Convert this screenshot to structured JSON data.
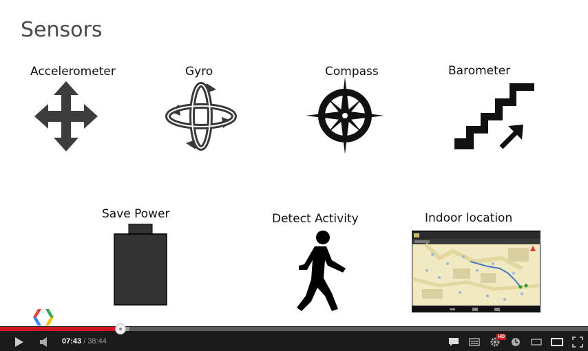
{
  "slide": {
    "title": "Sensors",
    "sensors": [
      {
        "label": "Accelerometer",
        "icon": "four-way-arrows-icon"
      },
      {
        "label": "Gyro",
        "icon": "rotation-arrows-icon"
      },
      {
        "label": "Compass",
        "icon": "compass-rose-icon"
      },
      {
        "label": "Barometer",
        "icon": "stairs-up-icon"
      }
    ],
    "features": [
      {
        "label": "Save Power",
        "icon": "battery-icon"
      },
      {
        "label": "Detect Activity",
        "icon": "walking-person-icon"
      },
      {
        "label": "Indoor location",
        "icon": "indoor-map-screenshot"
      }
    ],
    "logo": "google-developers-logo"
  },
  "player": {
    "current_time": "07:43",
    "separator": " / ",
    "duration": "38:44",
    "progress_fraction": 0.2,
    "hd_badge": "HD",
    "colors": {
      "played": "#cc181e",
      "bar": "#1b1b1b"
    },
    "icons": [
      "play-icon",
      "volume-icon",
      "captions-icon",
      "transcript-icon",
      "settings-gear-icon",
      "watch-later-icon",
      "small-player-icon",
      "large-player-icon",
      "fullscreen-icon"
    ]
  }
}
